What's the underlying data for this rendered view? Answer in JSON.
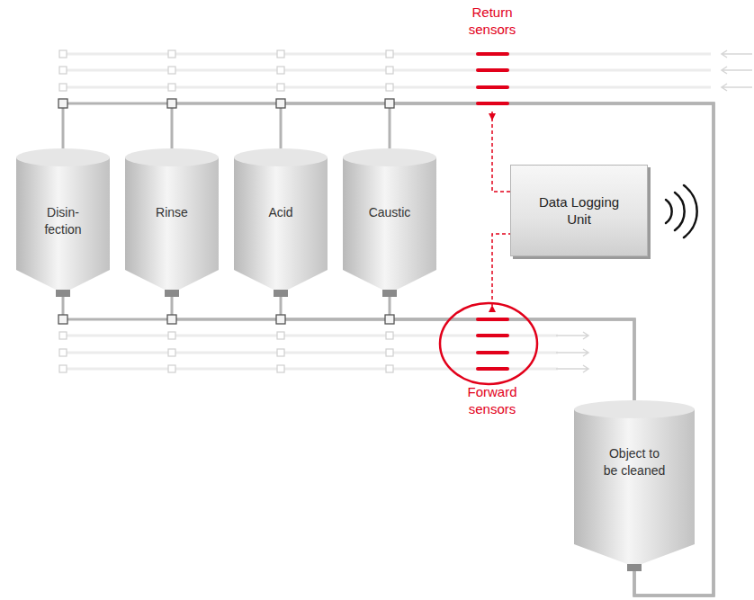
{
  "diagram": {
    "nodes": [
      {
        "text": [
          "Disin- fection"
        ]
      },
      {
        "text": [
          "Rinse"
        ]
      },
      {
        "text": [
          "Acid"
        ]
      },
      {
        "text": [
          "Caustic"
        ]
      },
      {
        "text": [
          "Data Logging Unit"
        ]
      },
      {
        "text": [
          "Object to be cleaned"
        ]
      }
    ],
    "edges": [
      {
        "from": 0,
        "to": 5,
        "arrow": "none"
      },
      {
        "from": 1,
        "to": 5,
        "arrow": "none"
      },
      {
        "from": 2,
        "to": 5,
        "arrow": "none"
      },
      {
        "from": 3,
        "to": 5,
        "arrow": "none"
      },
      {
        "from": 5,
        "to": 0,
        "arrow": "none"
      },
      {
        "from": 5,
        "to": 1,
        "arrow": "none"
      },
      {
        "from": 5,
        "to": 2,
        "arrow": "none"
      },
      {
        "from": 5,
        "to": 3,
        "arrow": "none"
      }
    ],
    "labels": [
      "Return sensors",
      "Forward sensors"
    ]
  }
}
